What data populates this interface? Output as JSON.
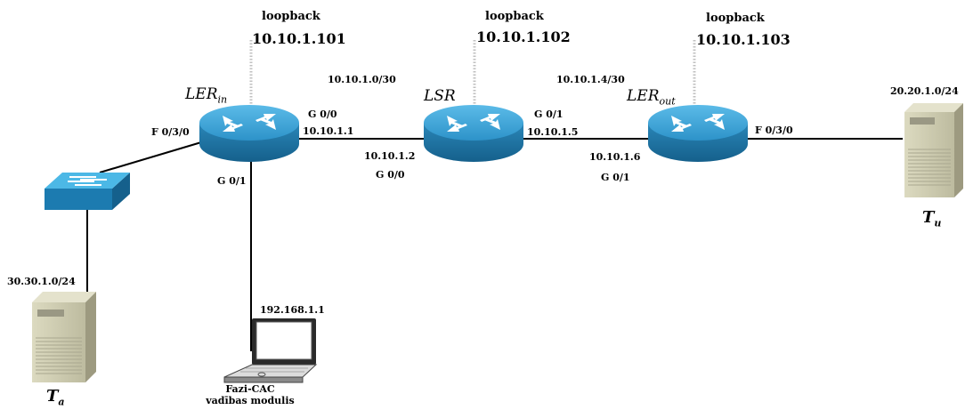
{
  "routers": {
    "ler_in": {
      "name_base": "LER",
      "name_sub": "in",
      "loopback_label": "loopback",
      "loopback_ip": "10.10.1.101"
    },
    "lsr": {
      "name": "LSR",
      "loopback_label": "loopback",
      "loopback_ip": "10.10.1.102"
    },
    "ler_out": {
      "name_base": "LER",
      "name_sub": "out",
      "loopback_label": "loopback",
      "loopback_ip": "10.10.1.103"
    }
  },
  "links": {
    "ler_in_lsr": {
      "network": "10.10.1.0/30",
      "ler_in_iface": "G 0/0",
      "ler_in_ip": "10.10.1.1",
      "lsr_iface": "G 0/0",
      "lsr_ip": "10.10.1.2"
    },
    "lsr_ler_out": {
      "network": "10.10.1.4/30",
      "lsr_iface": "G 0/1",
      "lsr_ip": "10.10.1.5",
      "ler_out_iface": "G 0/1",
      "ler_out_ip": "10.10.1.6"
    },
    "ler_in_switch": {
      "iface": "F 0/3/0"
    },
    "ler_in_laptop": {
      "iface": "G 0/1",
      "laptop_ip": "192.168.1.1"
    },
    "ler_out_server": {
      "iface": "F 0/3/0"
    }
  },
  "hosts": {
    "ta": {
      "network": "30.30.1.0/24",
      "name_base": "T",
      "name_sub": "a"
    },
    "tu": {
      "network": "20.20.1.0/24",
      "name_base": "T",
      "name_sub": "u"
    },
    "laptop": {
      "caption_line1": "Fazi-CAC",
      "caption_line2": "vadības modulis"
    }
  },
  "colors": {
    "router_top": "#3aa6d8",
    "router_side": "#1c6f9e",
    "switch_top": "#4cb8e6",
    "switch_side": "#1c7bb0",
    "server_body": "#cfcdb2",
    "server_side": "#9d9a80",
    "link": "#000000",
    "loopback": "#c8c8c8"
  },
  "icons": [
    "router-icon",
    "switch-icon",
    "server-icon",
    "laptop-icon"
  ]
}
